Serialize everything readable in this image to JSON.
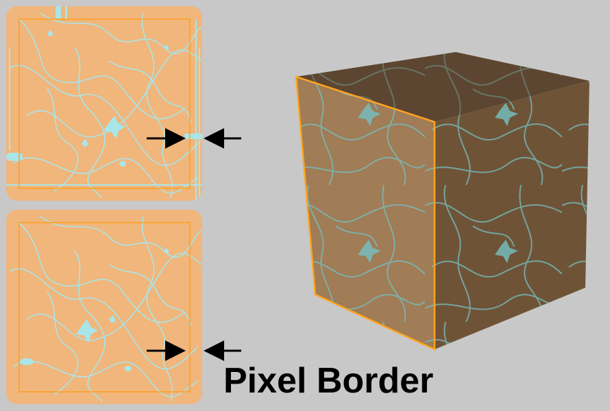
{
  "caption": "Pixel Border",
  "colors": {
    "background": "#c8c8c8",
    "texture_base": "#f0b67c",
    "texture_veins": "#a9e6ea",
    "border_line": "#ff9f1c",
    "cube_front": "#9f7a55",
    "cube_side": "#6e5236",
    "cube_top": "#5c4530",
    "cube_veins": "#6fb6b6",
    "arrow": "#000000"
  },
  "panels": [
    {
      "name": "texture-with-seam",
      "has_edge_artifacts": true
    },
    {
      "name": "texture-with-pixel-border",
      "has_edge_artifacts": false
    }
  ]
}
